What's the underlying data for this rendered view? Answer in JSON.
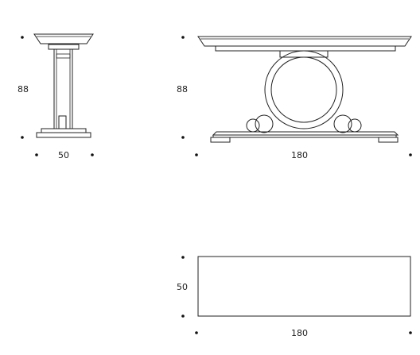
{
  "side_view": {
    "height_label": "88",
    "depth_label": "50"
  },
  "front_view": {
    "height_label": "88",
    "width_label": "180"
  },
  "top_view": {
    "depth_label": "50",
    "width_label": "180"
  }
}
